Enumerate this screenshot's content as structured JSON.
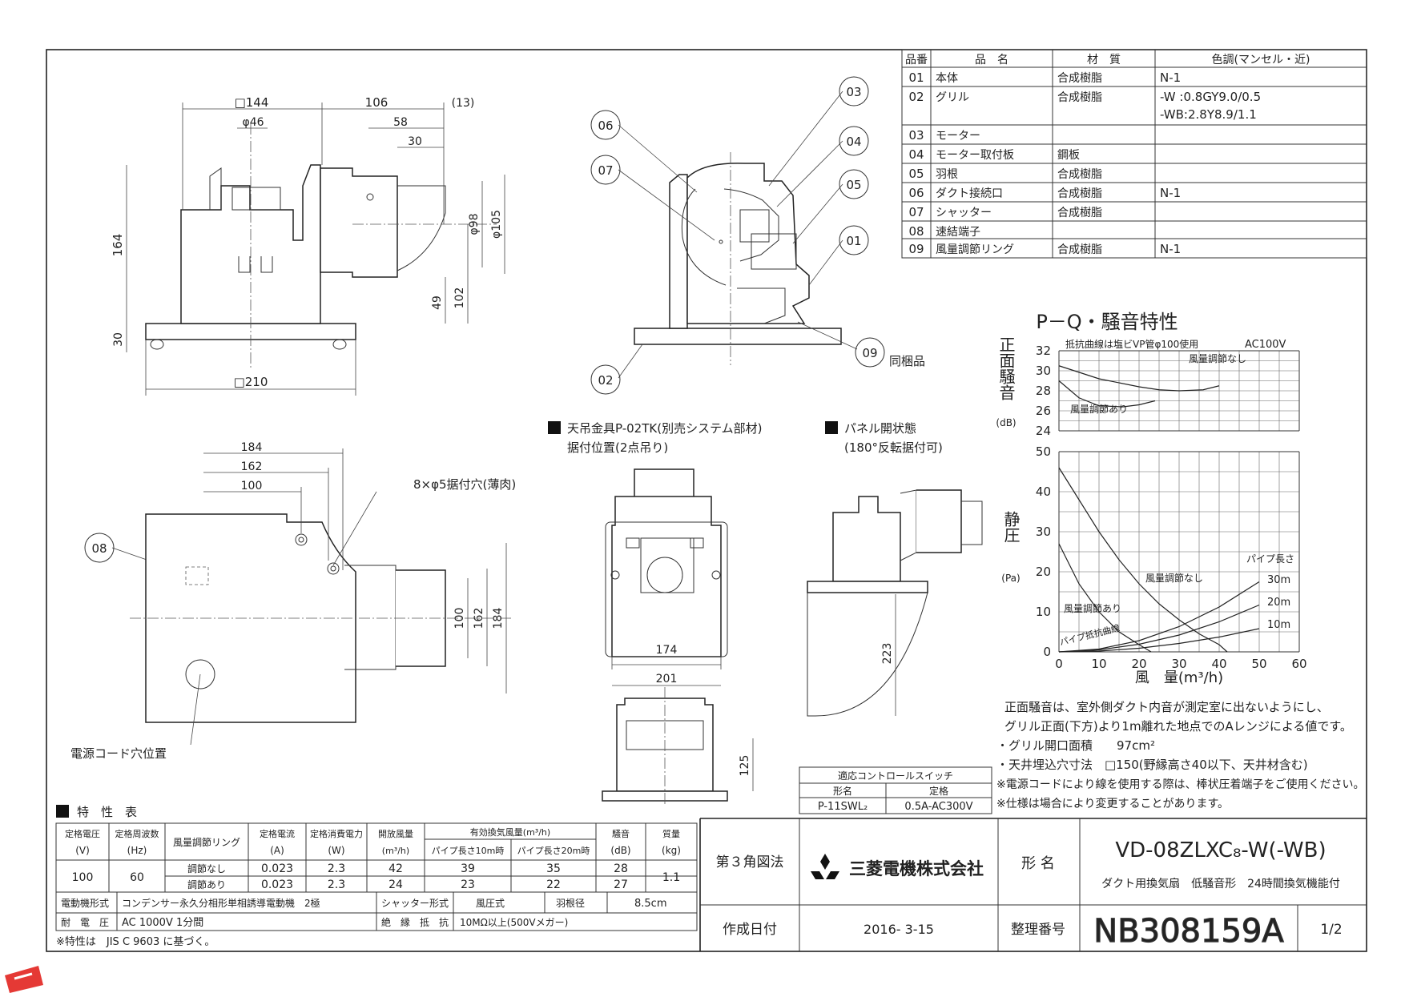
{
  "title": {
    "company": "三菱電機株式会社",
    "model_label": "形 名",
    "model": "VD-08ZLXC₈-W(-WB)",
    "description": "ダクト用換気扇　低騒音形　24時間換気機能付",
    "projection": "第３角図法",
    "date_label": "作成日付",
    "date": "2016- 3-15",
    "number_label": "整理番号",
    "number": "NB308159A",
    "sheet": "1/2"
  },
  "parts": {
    "headers": [
      "品番",
      "品　名",
      "材　質",
      "色調(マンセル・近)"
    ],
    "rows": [
      [
        "01",
        "本体",
        "合成樹脂",
        "N-1"
      ],
      [
        "02",
        "グリル",
        "合成樹脂",
        "-W :0.8GY9.0/0.5\n-WB:2.8Y8.9/1.1"
      ],
      [
        "03",
        "モーター",
        "",
        ""
      ],
      [
        "04",
        "モーター取付板",
        "鋼板",
        ""
      ],
      [
        "05",
        "羽根",
        "合成樹脂",
        ""
      ],
      [
        "06",
        "ダクト接続口",
        "合成樹脂",
        "N-1"
      ],
      [
        "07",
        "シャッター",
        "合成樹脂",
        ""
      ],
      [
        "08",
        "速結端子",
        "",
        ""
      ],
      [
        "09",
        "風量調節リング",
        "合成樹脂",
        "N-1"
      ]
    ]
  },
  "chart": {
    "title": "P－Q・騒音特性",
    "note": "抵抗曲線は塩ビVP管φ100使用",
    "power": "AC100V",
    "noise_ylabel": "正面騒音",
    "noise_unit": "(dB)",
    "pressure_ylabel": "静圧",
    "pressure_unit": "(Pa)",
    "xlabel": "風　量(m³/h)",
    "noise_ticks": [
      "32",
      "30",
      "28",
      "26",
      "24"
    ],
    "pressure_ticks": [
      "50",
      "40",
      "30",
      "20",
      "10",
      "0"
    ],
    "x_ticks": [
      "0",
      "10",
      "20",
      "30",
      "40",
      "50",
      "60"
    ],
    "labels": {
      "noise_no_ring": "風量調節なし",
      "noise_ring": "風量調節あり",
      "pq_no_ring": "風量調節なし",
      "pq_ring": "風量調節あり",
      "pipe_length": "パイプ長さ",
      "pipe_30": "30m",
      "pipe_20": "20m",
      "pipe_10": "10m",
      "resistance": "パイプ抵抗曲線"
    }
  },
  "chart_data": [
    {
      "type": "line",
      "title": "",
      "xlabel": "風量(m³/h)",
      "ylabel": "正面騒音(dB)",
      "xlim": [
        0,
        60
      ],
      "ylim": [
        24,
        32
      ],
      "series": [
        {
          "name": "風量調節なし",
          "x": [
            0,
            10,
            20,
            25,
            30,
            36,
            40
          ],
          "y": [
            30.5,
            29.2,
            28.4,
            28.1,
            28.0,
            28.1,
            28.5
          ]
        },
        {
          "name": "風量調節あり",
          "x": [
            0,
            5,
            10,
            16,
            20,
            24
          ],
          "y": [
            29.0,
            27.3,
            26.5,
            26.4,
            26.6,
            27.0
          ]
        }
      ]
    },
    {
      "type": "line",
      "title": "",
      "xlabel": "風量(m³/h)",
      "ylabel": "静圧(Pa)",
      "xlim": [
        0,
        60
      ],
      "ylim": [
        0,
        50
      ],
      "series": [
        {
          "name": "風量調節なし",
          "x": [
            0,
            5,
            10,
            15,
            20,
            25,
            30,
            35,
            40,
            42
          ],
          "y": [
            46,
            38,
            30,
            23,
            17,
            12,
            8,
            4.5,
            1.8,
            0
          ]
        },
        {
          "name": "風量調節あり",
          "x": [
            0,
            5,
            10,
            15,
            20,
            23
          ],
          "y": [
            27,
            17,
            10,
            5,
            1.8,
            0
          ]
        },
        {
          "name": "30m",
          "x": [
            0,
            10,
            20,
            30,
            40,
            50
          ],
          "y": [
            0,
            0.7,
            2.8,
            6.3,
            11.2,
            17.5
          ]
        },
        {
          "name": "20m",
          "x": [
            0,
            10,
            20,
            30,
            40,
            50
          ],
          "y": [
            0,
            0.5,
            1.9,
            4.2,
            7.5,
            11.7
          ]
        },
        {
          "name": "10m",
          "x": [
            0,
            10,
            20,
            30,
            40,
            50
          ],
          "y": [
            0,
            0.2,
            0.9,
            2.1,
            3.7,
            5.8
          ]
        }
      ]
    }
  ],
  "spec": {
    "title": "特　性　表",
    "h_voltage": "定格電圧",
    "h_voltage_u": "(V)",
    "h_freq": "定格周波数",
    "h_freq_u": "(Hz)",
    "h_ring": "風量調節リング",
    "h_current": "定格電流",
    "h_current_u": "(A)",
    "h_power": "定格消費電力",
    "h_power_u": "(W)",
    "h_open": "開放風量",
    "h_open_u": "(m³/h)",
    "h_eff": "有効換気風量(m³/h)",
    "h_eff10": "パイプ長さ10m時",
    "h_eff20": "パイプ長さ20m時",
    "h_noise": "騒音",
    "h_noise_u": "(dB)",
    "h_mass": "質量",
    "h_mass_u": "(kg)",
    "voltage": "100",
    "freq": "60",
    "mass": "1.1",
    "rows": [
      [
        "調節なし",
        "0.023",
        "2.3",
        "42",
        "39",
        "35",
        "28"
      ],
      [
        "調節あり",
        "0.023",
        "2.3",
        "24",
        "23",
        "22",
        "27"
      ]
    ],
    "motor_label": "電動機形式",
    "motor": "コンデンサー永久分相形単相誘導電動機　2極",
    "shutter_label": "シャッター形式",
    "shutter": "風圧式",
    "blade_label": "羽根径",
    "blade": "8.5cm",
    "withstand_label": "耐　電　圧",
    "withstand": "AC 1000V 1分間",
    "insulation_label": "絶　縁　抵　抗",
    "insulation": "10MΩ以上(500Vメガー)",
    "footnote": "※特性は　JIS C 9603 に基づく。"
  },
  "switch_table": {
    "title": "適応コントロールスイッチ",
    "h_model": "形名",
    "h_rating": "定格",
    "model": "P-11SWL₂",
    "rating": "0.5A-AC300V"
  },
  "notes": [
    "正面騒音は、室外側ダクト内音が測定室に出ないようにし、",
    "グリル正面(下方)より1m離れた地点でのAレンジによる値です。",
    "・グリル開口面積　　97cm²",
    "・天井埋込穴寸法　□150(野縁高さ40以下、天井材含む)",
    "※電源コードにより線を使用する際は、棒状圧着端子をご使用ください。",
    "※仕様は場合により変更することがあります。"
  ],
  "views": {
    "hanger_title1": "天吊金具P-02TK(別売システム部材)",
    "hanger_title2": "据付位置(2点吊り)",
    "panel_title1": "パネル開状態",
    "panel_title2": "(180°反転据付可)",
    "included": "同梱品",
    "mount_holes": "8×φ5据付穴(薄肉)",
    "cord_hole": "電源コード穴位置"
  },
  "dims": {
    "d144": "□144",
    "d46": "φ46",
    "d106": "106",
    "d13": "(13)",
    "d58": "58",
    "d30": "30",
    "d164": "164",
    "d30b": "30",
    "d98": "φ98",
    "d105": "φ105",
    "d49": "49",
    "d102": "102",
    "d210": "□210",
    "d184": "184",
    "d162": "162",
    "d100": "100",
    "v100": "100",
    "v162": "162",
    "v184": "184",
    "d174": "174",
    "d201": "201",
    "d125": "125",
    "d223": "223"
  },
  "balloons": [
    "01",
    "02",
    "03",
    "04",
    "05",
    "06",
    "07",
    "08",
    "09"
  ],
  "colors": {
    "ink": "#222222",
    "brand_red": "#e53935"
  }
}
